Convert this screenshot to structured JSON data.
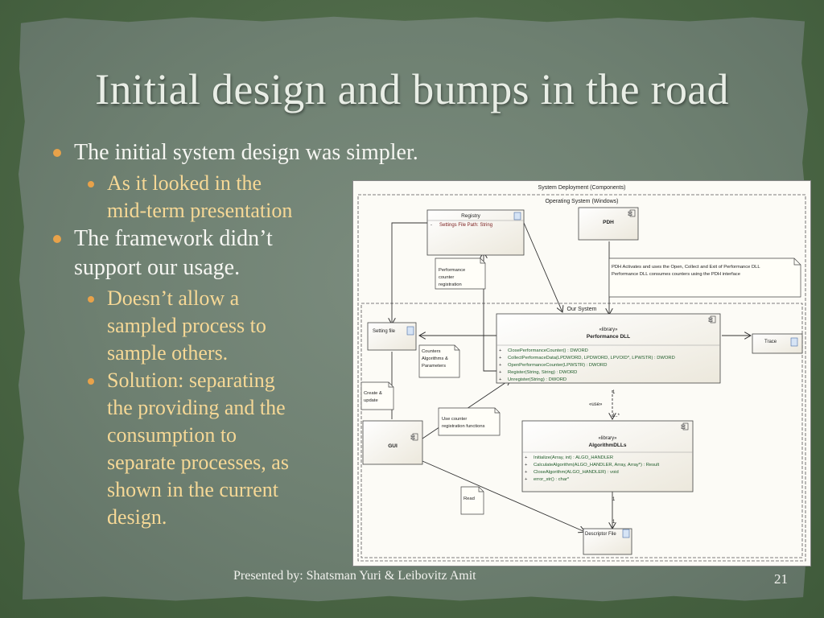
{
  "slide": {
    "title": "Initial design and bumps in the road",
    "bullets": [
      {
        "level": 1,
        "lines": [
          "The initial system design was simpler."
        ]
      },
      {
        "level": 2,
        "lines": [
          "As it looked in the",
          "mid-term presentation"
        ]
      },
      {
        "level": 1,
        "lines": [
          "The framework didn’t",
          "support our usage."
        ]
      },
      {
        "level": 2,
        "lines": [
          "Doesn’t allow a",
          "sampled process to",
          "sample others."
        ]
      },
      {
        "level": 2,
        "lines": [
          "Solution: separating",
          "the providing and the",
          "consumption to",
          "separate processes, as",
          "shown in the current",
          "design."
        ]
      }
    ],
    "footer": "Presented by: Shatsman Yuri & Leibovitz Amit",
    "page_number": "21",
    "colors": {
      "bullet": "#e8a24a",
      "sub_text": "#f6d896",
      "text": "#f6f6f2"
    }
  },
  "diagram": {
    "title": "System Deployment (Components)",
    "os_frame": "Operating System (Windows)",
    "our_system_frame": "Our System",
    "registry": {
      "name": "Registry",
      "attribute_vis": "-",
      "attribute": "Settings File Path:  String"
    },
    "pdh": {
      "name": "PDH"
    },
    "pdh_note": [
      "PDH Activates and uses the Open, Collect and Exit of Performance DLL",
      "Performance DLL consumes counters using the PDH interface"
    ],
    "perf_counter_note": [
      "Performance",
      "counter",
      "registration"
    ],
    "setting_file": {
      "name": "Setting file"
    },
    "counters_note": [
      "Counters",
      "Algorithms &",
      "Parameters"
    ],
    "performance_dll": {
      "stereotype": "«library»",
      "name": "Performance DLL",
      "operations": [
        "ClosePerformanceCounter() : DWORD",
        "CollectPerformaceData(LPDWORD, LPDWORD, LPVOID*, LPWSTR) : DWORD",
        "OpenPerformanceCounter(LPWSTR) : DWORD",
        "Register(String, String) : DWORD",
        "Unregister(String) : DWORD"
      ]
    },
    "trace": {
      "name": "Trace"
    },
    "create_note": [
      "Create &",
      "update"
    ],
    "use_counter_note": [
      "Use counter",
      "registration functions"
    ],
    "gui": {
      "name": "GUI"
    },
    "use_label": "«use»",
    "mult_one_top": "1",
    "mult_many": "1..*",
    "algorithm_dlls": {
      "stereotype": "«library»",
      "name": "AlgorithmDLLs",
      "operations": [
        "Initialize(Array, int) : ALGO_HANDLER",
        "CalculateAlgorithm(ALGO_HANDLER, Array, Array*) : Result",
        "CloseAlgorithm(ALGO_HANDLER) : void",
        "error_str() : char*"
      ]
    },
    "read_note": "Read",
    "mult_alg_desc": "1",
    "mult_desc": "1",
    "descriptor_file": {
      "name": "Descriptor File"
    },
    "op_vis": "+"
  }
}
